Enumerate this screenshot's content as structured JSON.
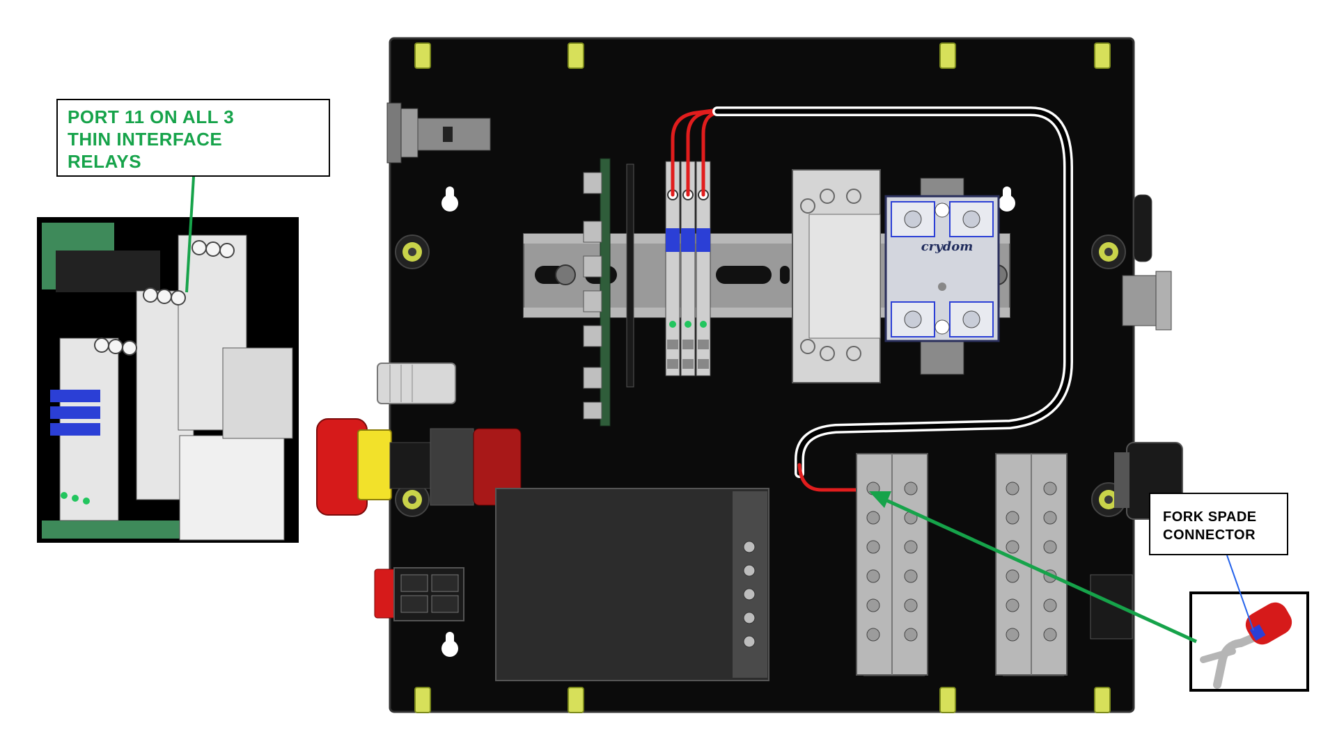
{
  "callouts": {
    "port11": {
      "lines": [
        "PORT 11 ON ALL 3",
        "THIN INTERFACE",
        "RELAYS"
      ]
    },
    "fork": {
      "lines": [
        "FORK SPADE",
        "CONNECTOR"
      ]
    }
  },
  "relay_brand": "crydom",
  "colors": {
    "enclosure": "#0b0b0b",
    "din_rail": "#9a9a9a",
    "relay_body": "#cfcfcf",
    "relay_blue": "#2b3fd6",
    "wire_red": "#e11d1d",
    "wire_black": "#000000",
    "callout_green": "#16a34a",
    "estop_red": "#d61a1a",
    "estop_yellow": "#f2e12a",
    "terminal_gray": "#b8b8b8",
    "fastener_yellow": "#d7e05a"
  }
}
